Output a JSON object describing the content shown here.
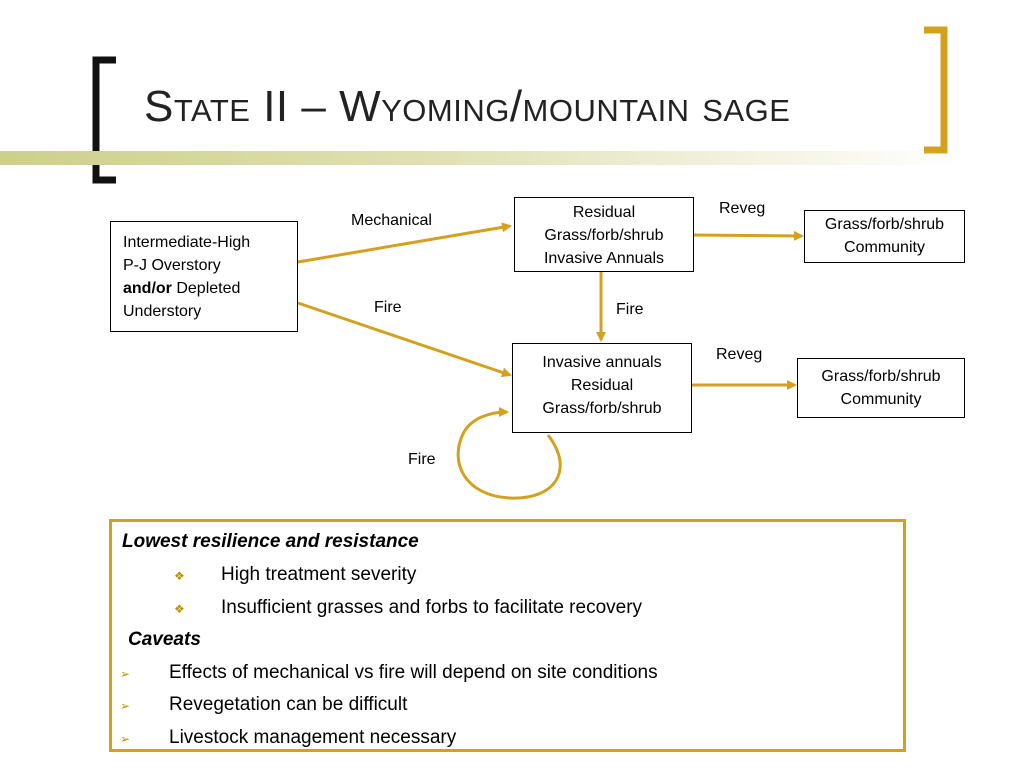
{
  "slide": {
    "title": "State II – Wyoming/mountain sage",
    "accent_color": "#d4a11e",
    "bar_color": "#cdd089"
  },
  "diagram": {
    "boxes": {
      "start": {
        "line1": "Intermediate-High",
        "line2": "P-J Overstory",
        "line3_bold": "and/or",
        "line3_rest": " Depleted",
        "line4": "Understory"
      },
      "residual_top": {
        "line1": "Residual",
        "line2": "Grass/forb/shrub",
        "line3": "Invasive Annuals"
      },
      "community_top": {
        "line1": "Grass/forb/shrub",
        "line2": "Community"
      },
      "invasive": {
        "line1": "Invasive annuals",
        "line2": "Residual",
        "line3": "Grass/forb/shrub"
      },
      "community_bottom": {
        "line1": "Grass/forb/shrub",
        "line2": "Community"
      }
    },
    "edges": {
      "mechanical": "Mechanical",
      "fire_start": "Fire",
      "fire_down": "Fire",
      "reveg_top": "Reveg",
      "reveg_bottom": "Reveg",
      "fire_loop": "Fire"
    },
    "arrow_color": "#d4a11e"
  },
  "panel": {
    "heading": "Lowest resilience and resistance",
    "sub_bullets": [
      "High treatment severity",
      "Insufficient grasses and forbs to facilitate recovery"
    ],
    "caveats_heading": "Caveats",
    "caveats": [
      "Effects of mechanical vs fire will depend on site conditions",
      "Revegetation can be difficult",
      "Livestock management necessary"
    ],
    "diamond_icon": "❖",
    "arrow_icon": "➢"
  }
}
